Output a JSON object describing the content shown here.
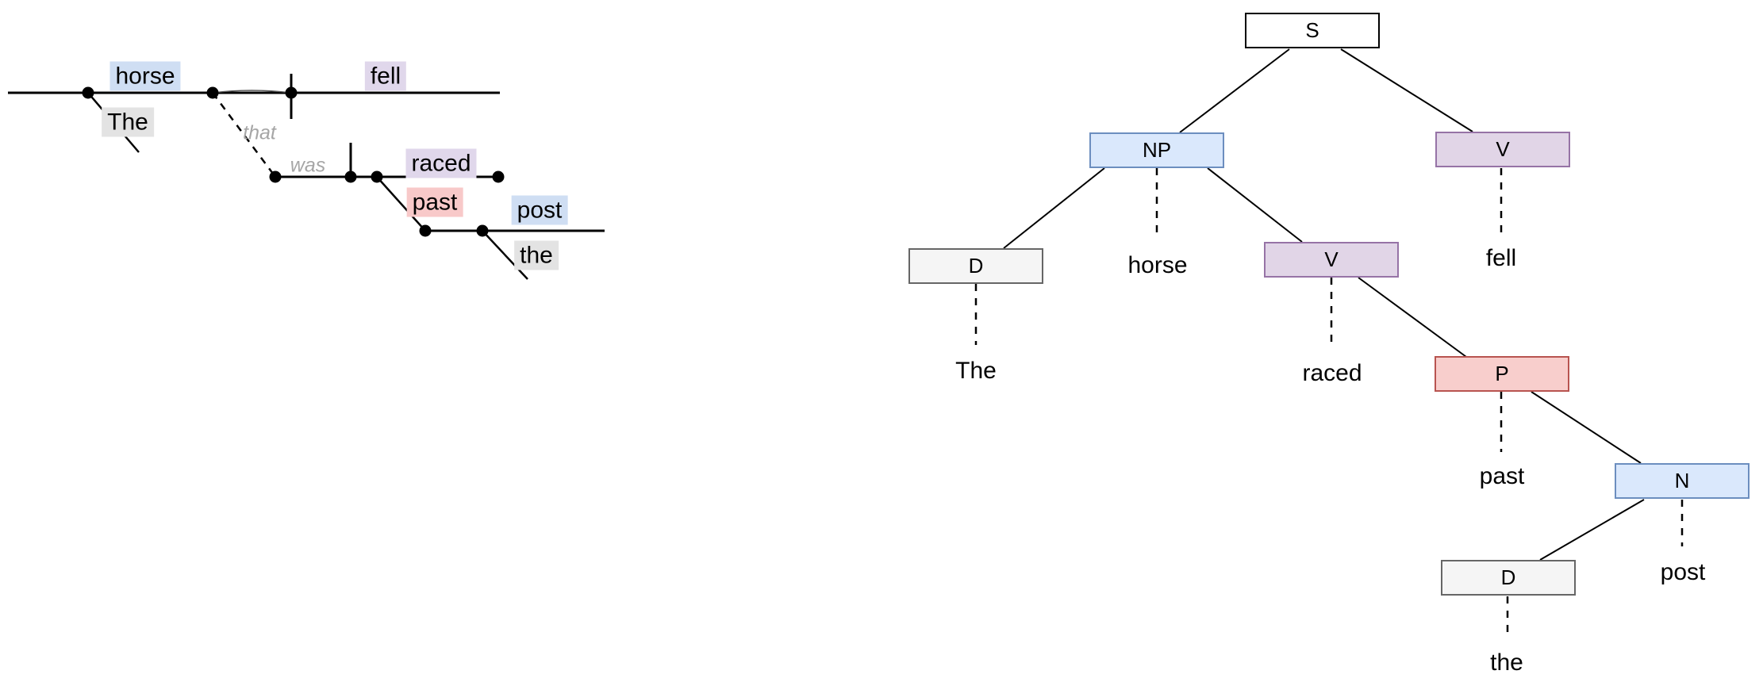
{
  "figure": {
    "sentence": "The horse raced past the post fell"
  },
  "palette": {
    "hl_blue": "#cfdef3",
    "hl_purple": "#e0d7eb",
    "hl_red": "#f8c9c9",
    "hl_gray": "#e3e3e3",
    "elided_text": "#a6a6a6",
    "node_plain_bg": "#ffffff",
    "node_plain_border": "#000000",
    "node_blue_bg": "#dae8fc",
    "node_blue_border": "#6c8ebf",
    "node_purple_bg": "#e1d5e7",
    "node_purple_border": "#9673a6",
    "node_red_bg": "#f8cecc",
    "node_red_border": "#b85450",
    "node_gray_bg": "#f5f5f5",
    "node_gray_border": "#666666",
    "line_color": "#000000"
  },
  "sentence_diagram": {
    "words": {
      "horse": "horse",
      "the_subject": "The",
      "fell": "fell",
      "that": "that",
      "was": "was",
      "raced": "raced",
      "past": "past",
      "post": "post",
      "the_object": "the"
    }
  },
  "tree": {
    "nodes": {
      "s": "S",
      "np": "NP",
      "v_fell": "V",
      "d_subject": "D",
      "v_raced": "V",
      "p": "P",
      "n": "N",
      "d_object": "D"
    },
    "leaves": {
      "horse": "horse",
      "fell": "fell",
      "the_subject": "The",
      "raced": "raced",
      "past": "past",
      "post": "post",
      "the_object": "the"
    }
  }
}
